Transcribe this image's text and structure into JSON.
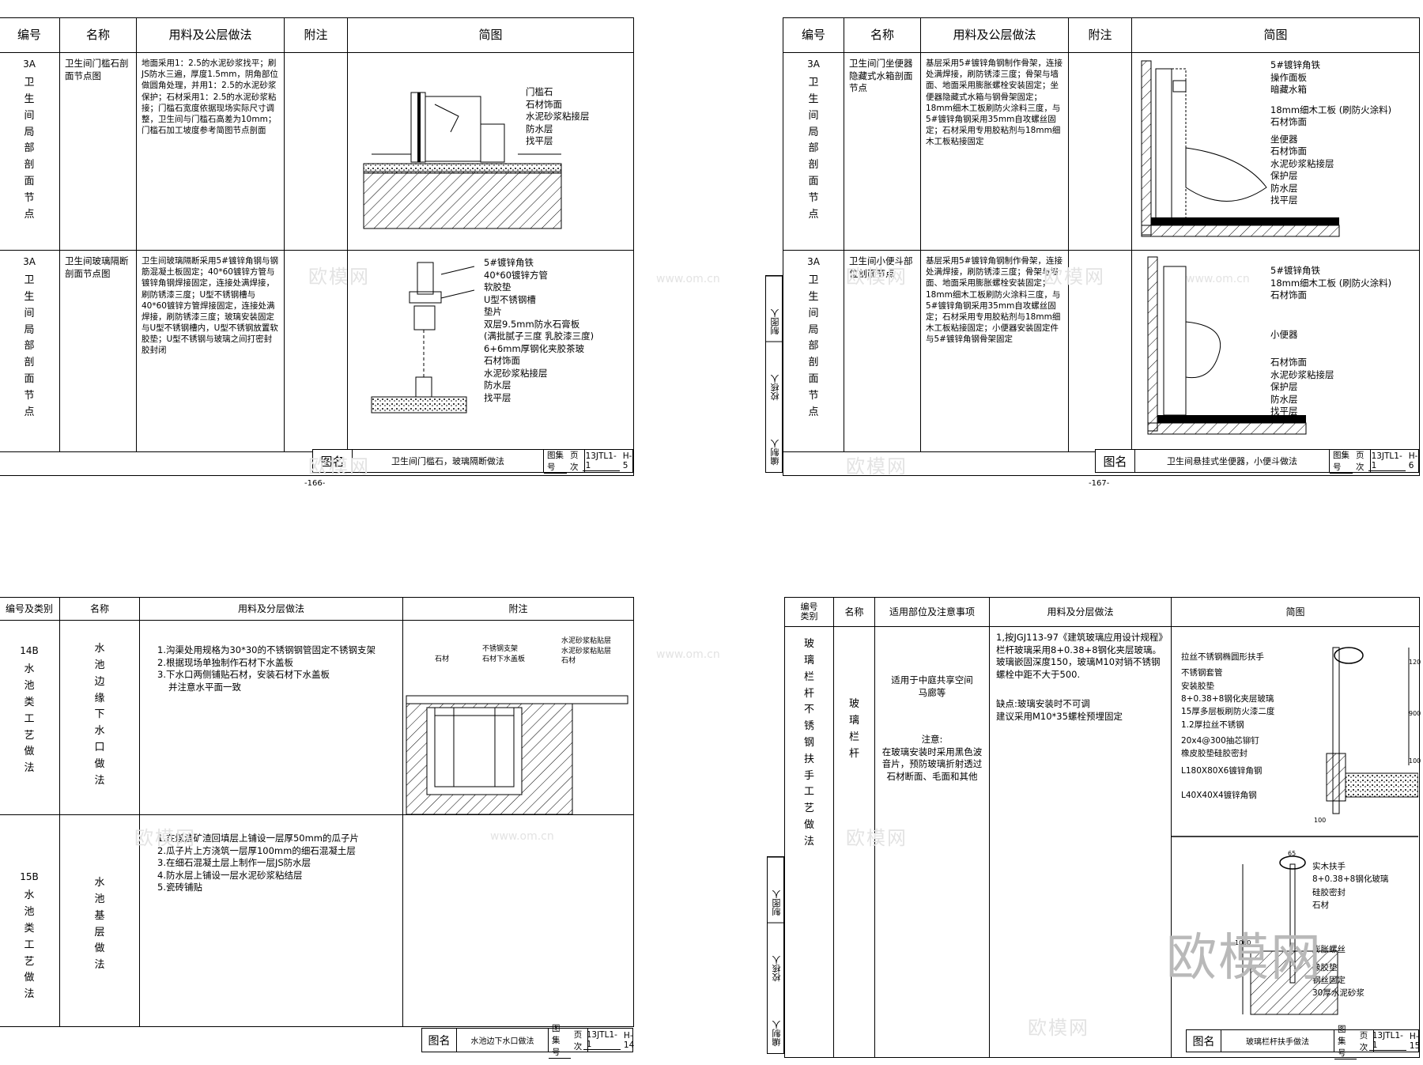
{
  "sheet1": {
    "headers": [
      "编号",
      "名称",
      "用料及公层做法",
      "附注",
      "简图"
    ],
    "rows": [
      {
        "code": "3A",
        "category": "卫生间局部剖面节点",
        "name": "卫生间门槛石剖面节点图",
        "materials": "地面采用1：2.5的水泥砂浆找平；刷JS防水三遍，厚度1.5mm，阴角部位做圆角处理，并用1：2.5的水泥砂浆保护；石材采用1：2.5的水泥砂浆粘接；门槛石宽度依据现场实际尺寸调整，卫生间与门槛石高差为10mm；门槛石加工坡度参考简图节点剖面",
        "labels": [
          "门槛石",
          "石材饰面",
          "水泥砂浆粘接层",
          "防水层",
          "找平层"
        ]
      },
      {
        "code": "3A",
        "category": "卫生间局部剖面节点",
        "name": "卫生间玻璃隔断剖面节点图",
        "materials": "卫生间玻璃隔断采用5#镀锌角钢与钢筋混凝土板固定；40*60镀锌方管与镀锌角钢焊接固定，连接处满焊接，刷防锈漆三度；U型不锈钢槽与40*60镀锌方管焊接固定，连接处满焊接，刷防锈漆三度；玻璃安装固定与U型不锈钢槽内，U型不锈钢放置软胶垫；U型不锈钢与玻璃之间打密封胶封闭",
        "labels": [
          "5#镀锌角铁",
          "40*60镀锌方管",
          "软胶垫",
          "U型不锈钢槽",
          "垫片",
          "双层9.5mm防水石膏板",
          "(满批腻子三度 乳胶漆三度)",
          "6+6mm厚钢化夹胶茶玻",
          "石材饰面",
          "水泥砂浆粘接层",
          "防水层",
          "找平层"
        ]
      }
    ],
    "title_label": "图名",
    "title": "卫生间门槛石，玻璃隔断做法",
    "set_label": "图集号",
    "set_no": "13JTL1-1",
    "page_label": "页次",
    "page_no": "H-5",
    "page": "-166-"
  },
  "sheet2": {
    "headers": [
      "编号",
      "名称",
      "用料及公层做法",
      "附注",
      "简图"
    ],
    "rows": [
      {
        "code": "3A",
        "category": "卫生间局部剖面节点",
        "name": "卫生间门坐便器隐藏式水箱剖面节点",
        "materials": "基层采用5#镀锌角钢制作骨架，连接处满焊接，刷防锈漆三度；骨架与墙面、地面采用膨胀螺栓安装固定；坐便器隐藏式水箱与钢骨架固定；18mm细木工板刷防火涂料三度，与5#镀锌角钢采用35mm自攻螺丝固定；石材采用专用胶粘剂与18mm细木工板粘接固定",
        "labels": [
          "5#镀锌角铁",
          "操作面板",
          "暗藏水箱",
          "18mm细木工板 (刷防火涂料)",
          "石材饰面",
          "坐便器",
          "石材饰面",
          "水泥砂浆粘接层",
          "保护层",
          "防水层",
          "找平层"
        ]
      },
      {
        "code": "3A",
        "category": "卫生间局部剖面节点",
        "name": "卫生间小便斗部位剖面节点",
        "materials": "基层采用5#镀锌角钢制作骨架，连接处满焊接，刷防锈漆三度；骨架与墙面、地面采用膨胀螺栓安装固定；18mm细木工板刷防火涂料三度，与5#镀锌角钢采用35mm自攻螺丝固定；石材采用专用胶粘剂与18mm细木工板粘接固定；小便器安装固定件与5#镀锌角钢骨架固定",
        "labels": [
          "5#镀锌角铁",
          "18mm细木工板 (刷防火涂料)",
          "石材饰面",
          "小便器",
          "石材饰面",
          "水泥砂浆粘接层",
          "保护层",
          "防水层",
          "找平层"
        ]
      }
    ],
    "side": [
      "制图人",
      "校核人",
      "编制人"
    ],
    "title_label": "图名",
    "title": "卫生间悬挂式坐便器，小便斗做法",
    "set_label": "图集号",
    "set_no": "13JTL1-1",
    "page_label": "页次",
    "page_no": "H-6",
    "page": "-167-"
  },
  "sheet3": {
    "headers": [
      "编号及类别",
      "名称",
      "用料及分层做法",
      "附注"
    ],
    "rows": [
      {
        "code": "14B",
        "category": "水池类工艺做法",
        "name": "水池边缘下水口做法",
        "steps": [
          "1.沟渠处用规格为30*30的不锈钢钢管固定不锈钢支架",
          "2.根据现场单独制作石材下水盖板",
          "3.下水口两侧铺贴石材，安装石材下水盖板",
          "并注意水平面一致"
        ],
        "labels": [
          "不锈钢支架",
          "石材下水盖板",
          "石材",
          "水泥砂浆粘贴层",
          "水泥砂浆粘贴层",
          "石材"
        ]
      },
      {
        "code": "15B",
        "category": "水池类工艺做法",
        "name": "水池基层做法",
        "steps": [
          "1.在煤渣矿渣回填层上铺设一层厚50mm的瓜子片",
          "2.瓜子片上方浇筑一层厚100mm的细石混凝土层",
          "3.在细石混凝土层上制作一层JS防水层",
          "4.防水层上铺设一层水泥砂浆粘结层",
          "5.瓷砖铺贴"
        ]
      }
    ],
    "title_label": "图名",
    "title": "水池边下水口做法",
    "set_label": "图集号",
    "set_no": "13JTL1-1",
    "page_label": "页次",
    "page_no": "H-14"
  },
  "sheet4": {
    "headers": [
      "编号",
      "类别",
      "名称",
      "适用部位及注意事项",
      "用料及分层做法",
      "简图"
    ],
    "category": "玻璃栏杆不锈钢扶手工艺做法",
    "name": "玻璃栏杆",
    "usage": "适用于中庭共享空间马廊等",
    "note_title": "注意:",
    "note": "在玻璃安装时采用黑色波音片，预防玻璃折射透过石材断面、毛面和其他",
    "materials": "1,按JGJ113-97《建筑玻璃应用设计规程》栏杆玻璃采用8+0.38+8钢化夹层玻璃。玻璃嵌固深度150，玻璃M10对销不锈钢螺栓中距不大于500.",
    "defect": "缺点:玻璃安装时不可调",
    "suggest": "建议采用M10*35螺栓预埋固定",
    "labels_top": [
      "拉丝不锈钢椭圆形扶手",
      "不锈钢套管",
      "安装胶垫",
      "8+0.38+8钢化夹层玻璃",
      "15厚多层板刷防火漆二度",
      "1.2厚拉丝不锈钢",
      "20x4@300抽芯铆钉",
      "橡皮胶垫硅胶密封",
      "L180X80X6镀锌角钢",
      "L40X40X4镀锌角钢"
    ],
    "labels_bottom": [
      "实木扶手",
      "8+0.38+8钢化玻璃",
      "硅胶密封",
      "石材",
      "膨胀螺丝",
      "橡胶垫",
      "钢丝固定",
      "30厚水泥砂浆"
    ],
    "dims": [
      "120",
      "900",
      "100",
      "100",
      "65",
      "1000"
    ],
    "side": [
      "制图人",
      "校核人",
      "编制人"
    ],
    "title_label": "图名",
    "title": "玻璃栏杆扶手做法",
    "set_label": "图集号",
    "set_no": "13JTL1-1",
    "page_label": "页次",
    "page_no": "H-15"
  },
  "watermarks": {
    "brand": "欧模网",
    "url": "www.om.cn"
  }
}
